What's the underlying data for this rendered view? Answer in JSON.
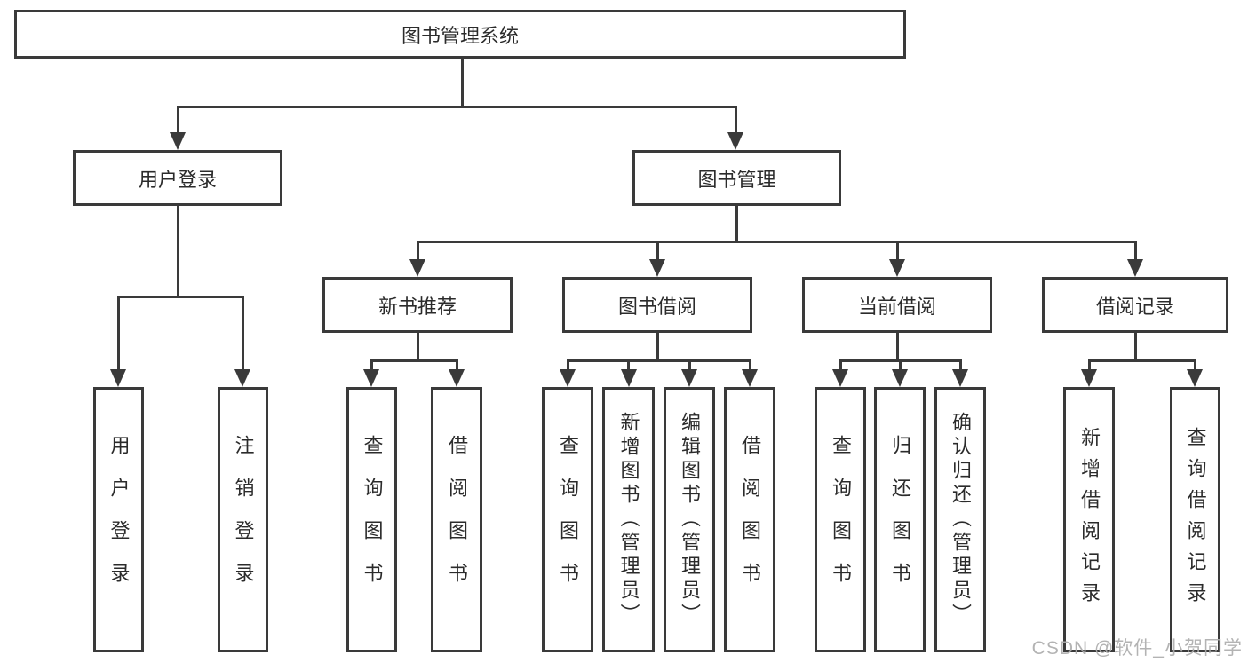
{
  "diagram": {
    "root": {
      "label": "图书管理系统"
    },
    "branches": [
      {
        "label": "用户登录",
        "children": [
          {
            "label": "用户登录"
          },
          {
            "label": "注销登录"
          }
        ]
      },
      {
        "label": "图书管理",
        "sections": [
          {
            "label": "新书推荐",
            "children": [
              {
                "label": "查询图书"
              },
              {
                "label": "借阅图书"
              }
            ]
          },
          {
            "label": "图书借阅",
            "children": [
              {
                "label": "查询图书"
              },
              {
                "label": "新增图书（管理员）"
              },
              {
                "label": "编辑图书（管理员）"
              },
              {
                "label": "借阅图书"
              }
            ]
          },
          {
            "label": "当前借阅",
            "children": [
              {
                "label": "查询图书"
              },
              {
                "label": "归还图书"
              },
              {
                "label": "确认归还（管理员）"
              }
            ]
          },
          {
            "label": "借阅记录",
            "children": [
              {
                "label": "新增借阅记录"
              },
              {
                "label": "查询借阅记录"
              }
            ]
          }
        ]
      }
    ]
  },
  "watermark": "CSDN @软件_小贺同学",
  "colors": {
    "line": "#3a3a3a",
    "text": "#2b2b2b",
    "watermark": "#adadad",
    "background": "#ffffff"
  }
}
